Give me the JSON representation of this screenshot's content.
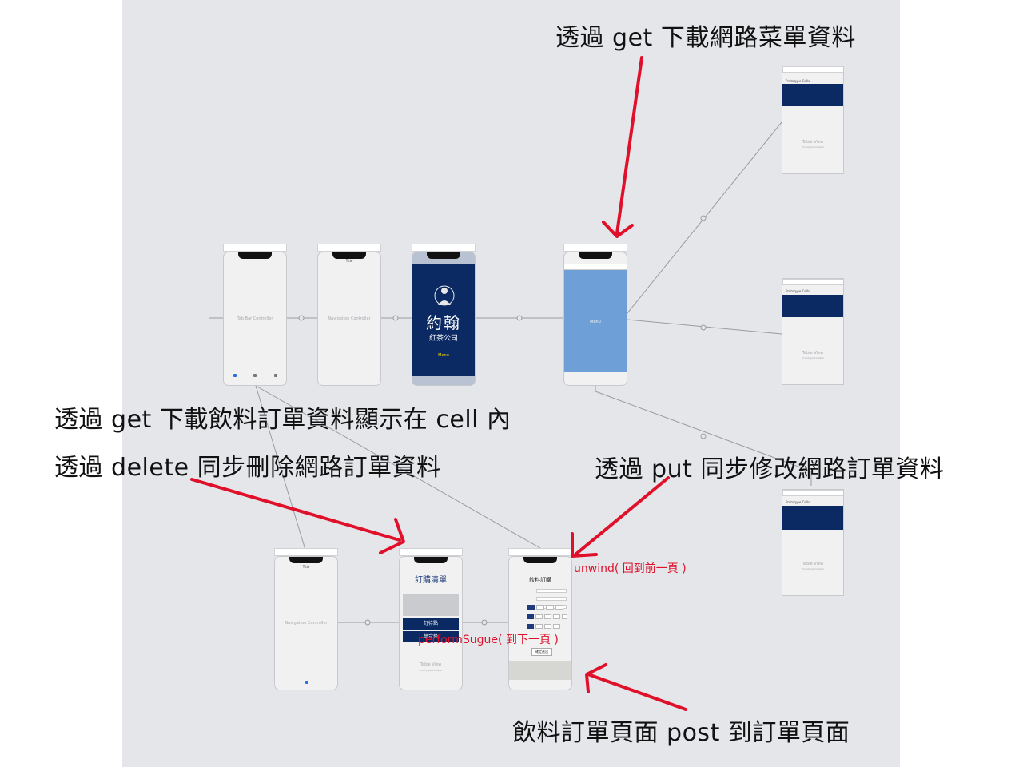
{
  "annotations": {
    "get_menu": "透過 get 下載網路菜單資料",
    "get_orders": "透過 get 下載飲料訂單資料顯示在 cell 內",
    "delete_orders": "透過 delete 同步刪除網路訂單資料",
    "put_orders": "透過 put 同步修改網路訂單資料",
    "post_orders": "飲料訂單頁面 post 到訂單頁面"
  },
  "segue_labels": {
    "unwind": "unwind( 回到前一頁 )",
    "perform": "performSugue( 到下一頁 )"
  },
  "scenes": {
    "tabbar": "Tab Bar Controller",
    "nav1": "Navigation Controller",
    "nav1_title": "Title",
    "splash_logo": "約翰",
    "splash_sub": "紅茶公司",
    "splash_btn": "Menu",
    "menu_label": "Menu",
    "table_cells": "Prototype Cells",
    "table_view": "Table View",
    "table_content": "Prototype Content",
    "nav2": "Navigation Controller",
    "nav2_title": "Title",
    "orders_title": "訂購清單",
    "orders_btn1": "訂待點",
    "orders_btn2": "總合整",
    "form_title": "飲料訂購",
    "form_submit": "確定送出"
  },
  "colors": {
    "canvas": "#e4e6ea",
    "arrow": "#e0102a",
    "navy": "#0b2a63",
    "menu_blue": "#6e9fd6"
  }
}
